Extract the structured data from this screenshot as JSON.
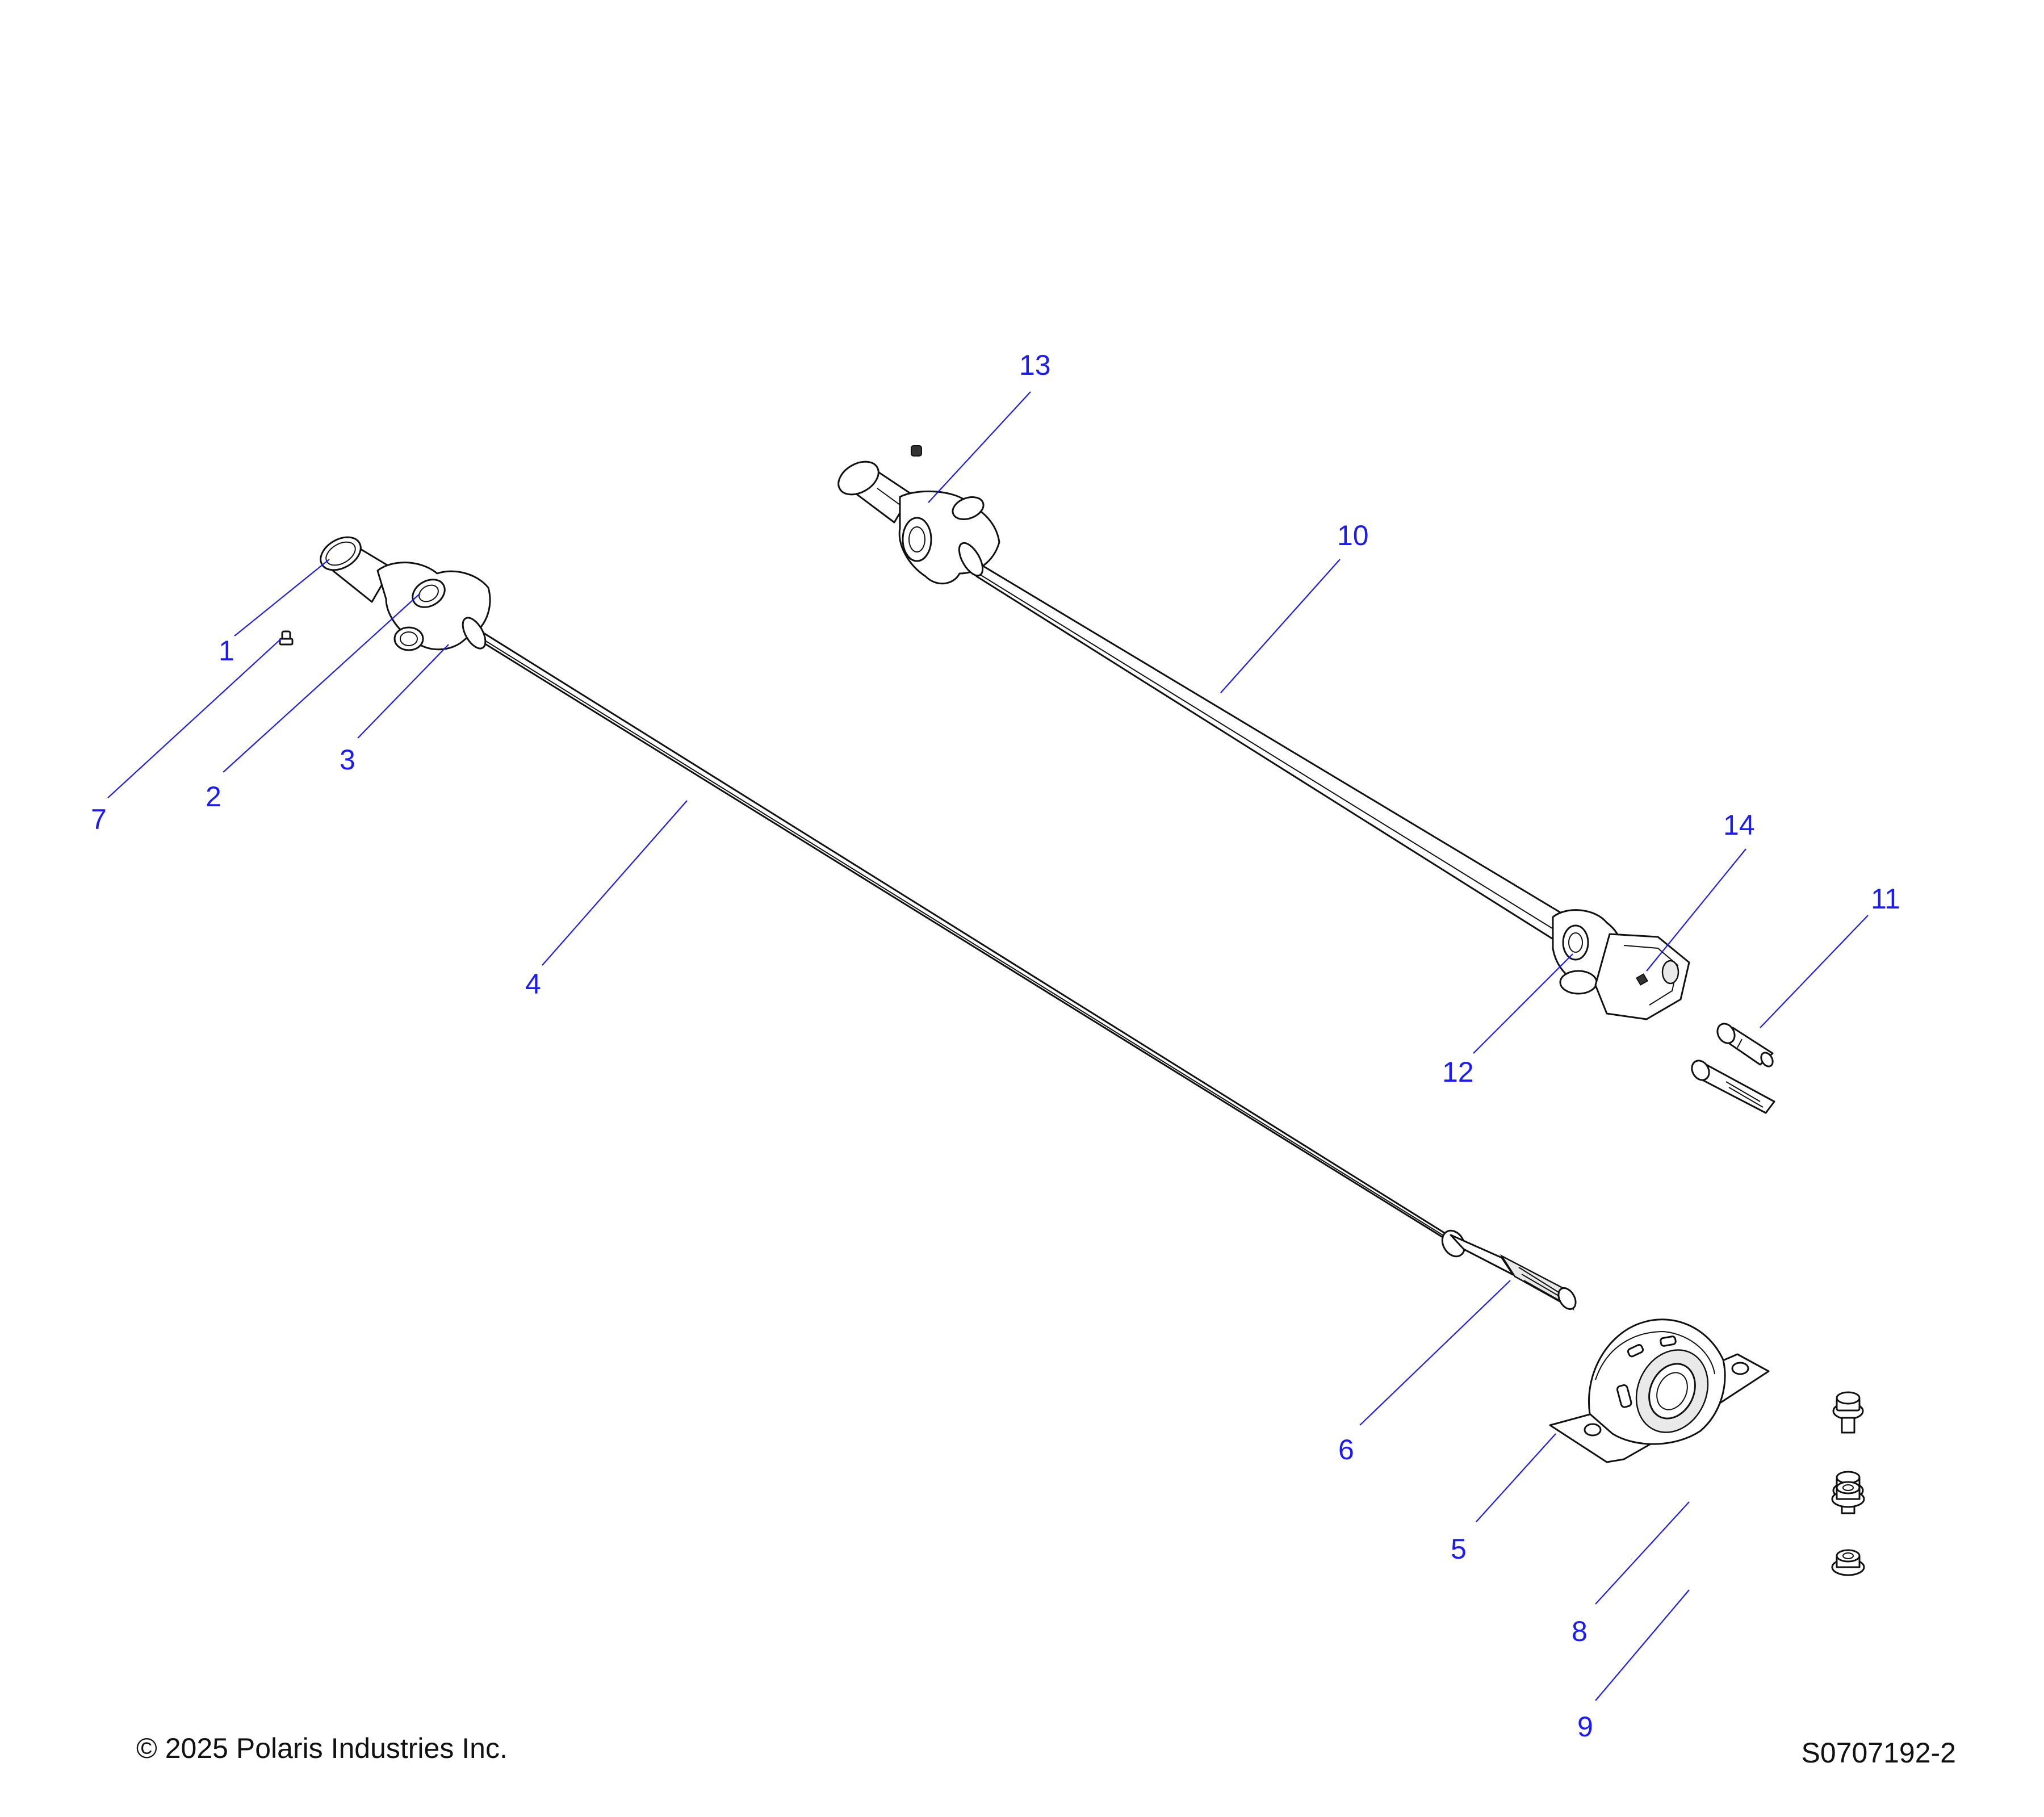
{
  "callouts": {
    "c1": "1",
    "c2": "2",
    "c3": "3",
    "c4": "4",
    "c5": "5",
    "c6": "6",
    "c7": "7",
    "c8": "8",
    "c9": "9",
    "c10": "10",
    "c11": "11",
    "c12": "12",
    "c13": "13",
    "c14": "14"
  },
  "footer": {
    "copyright": "© 2025 Polaris Industries Inc.",
    "drawing_id": "S0707192-2"
  },
  "colors": {
    "callout": "#1a1aff",
    "line_art": "#111111",
    "background": "#ffffff"
  }
}
